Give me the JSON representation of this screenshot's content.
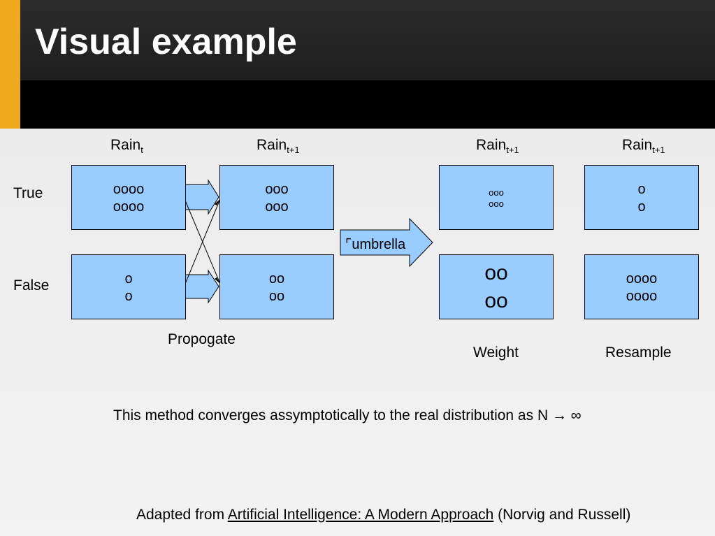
{
  "title": "Visual example",
  "column_headers": [
    {
      "base": "Rain",
      "sub": "t"
    },
    {
      "base": "Rain",
      "sub": "t+1"
    },
    {
      "base": "Rain",
      "sub": "t+1"
    },
    {
      "base": "Rain",
      "sub": "t+1"
    }
  ],
  "row_labels": {
    "true": "True",
    "false": "False"
  },
  "boxes": {
    "rain_t": {
      "true": [
        "oooo",
        "oooo"
      ],
      "false": [
        "o",
        "o"
      ]
    },
    "propagate": {
      "true": [
        "ooo",
        "ooo"
      ],
      "false": [
        "oo",
        "oo"
      ]
    },
    "weight": {
      "true": [
        "ooo",
        "ooo"
      ],
      "false": [
        "oo",
        "oo"
      ]
    },
    "resample": {
      "true": [
        "o",
        "o"
      ],
      "false": [
        "oooo",
        "oooo"
      ]
    }
  },
  "arrow_label": "⌜umbrella",
  "step_labels": {
    "propagate": "Propogate",
    "weight": "Weight",
    "resample": "Resample"
  },
  "note": "This method converges assymptotically to the real distribution as N → ∞",
  "citation": {
    "prefix": "Adapted from ",
    "book": "Artificial Intelligence: A Modern Approach",
    "suffix": " (Norvig and Russell)"
  },
  "colors": {
    "box_fill": "#99ccff",
    "accent": "#f0a81c",
    "header": "#000000"
  }
}
